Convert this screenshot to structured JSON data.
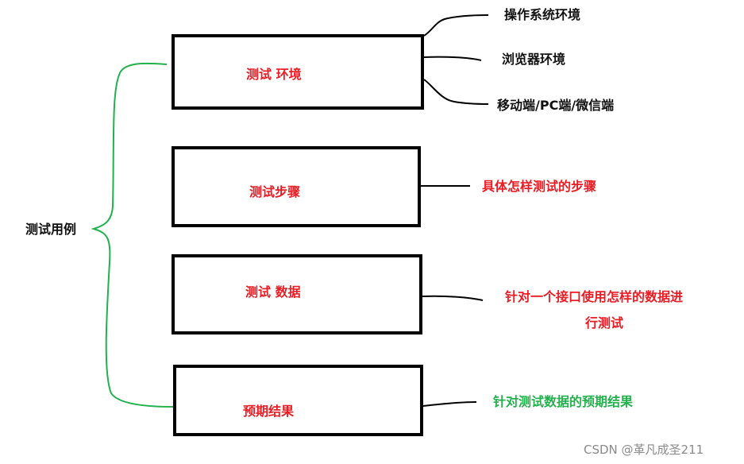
{
  "root": {
    "label": "测试用例"
  },
  "boxes": [
    {
      "label": "测试 环境"
    },
    {
      "label": "测试步骤"
    },
    {
      "label": "测试 数据"
    },
    {
      "label": "预期结果"
    }
  ],
  "environment_items": [
    "操作系统环境",
    "浏览器环境",
    "移动端/PC端/微信端"
  ],
  "steps_note": "具体怎样测试的步骤",
  "data_note": {
    "line1": "针对一个接口使用怎样的数据进",
    "line2": "行测试"
  },
  "expected_note": "针对测试数据的预期结果",
  "watermark": "CSDN @革凡成圣211",
  "colors": {
    "box_label": "#ea1c24",
    "bracket": "#22b14c",
    "expected_note": "#22b14c",
    "outline": "#000000"
  }
}
